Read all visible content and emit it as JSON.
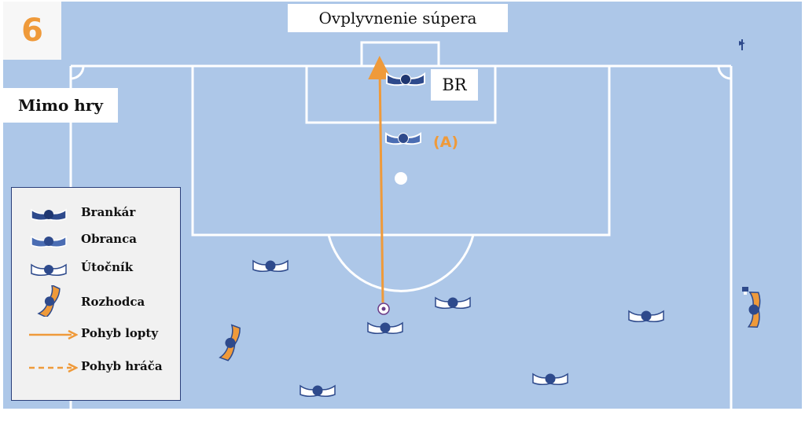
{
  "diagram": {
    "number": "6",
    "title": "Ovplyvnenie súpera",
    "side_label": "Mimo hry",
    "goalkeeper_label": "BR",
    "move_label": "(A)"
  },
  "legend": {
    "items": [
      {
        "label": "Brankár",
        "icon": "goalkeeper-icon"
      },
      {
        "label": "Obranca",
        "icon": "defender-icon"
      },
      {
        "label": "Útočník",
        "icon": "attacker-icon"
      },
      {
        "label": "Rozhodca",
        "icon": "referee-icon"
      },
      {
        "label": "Pohyb lopty",
        "icon": "ball-movement-arrow-icon"
      },
      {
        "label": "Pohyb hráča",
        "icon": "player-movement-dashed-arrow-icon"
      }
    ]
  },
  "colors": {
    "pitch": "#adc7e8",
    "lines": "#ffffff",
    "arrow": "#ef9a3a",
    "player_dark": "#2e4a8c",
    "referee": "#ef9a3a"
  }
}
